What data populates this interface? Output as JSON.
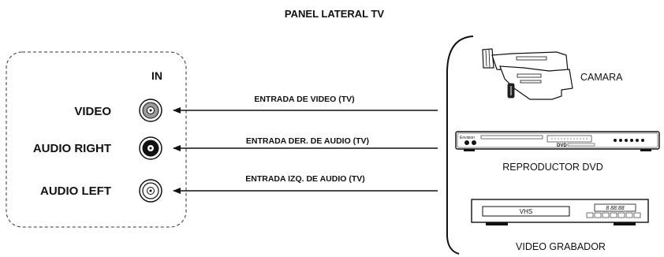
{
  "title": "PANEL LATERAL TV",
  "panel": {
    "in_label": "IN",
    "inputs": [
      {
        "label": "VIDEO",
        "style": "gray"
      },
      {
        "label": "AUDIO RIGHT",
        "style": "black"
      },
      {
        "label": "AUDIO LEFT",
        "style": "white"
      }
    ]
  },
  "connections": [
    {
      "label": "ENTRADA DE VIDEO (TV)"
    },
    {
      "label": "ENTRADA DER. DE AUDIO (TV)"
    },
    {
      "label": "ENTRADA IZQ. DE AUDIO (TV)"
    }
  ],
  "devices": [
    {
      "name": "CAMARA",
      "icon": "camcorder-icon"
    },
    {
      "name": "REPRODUCTOR DVD",
      "icon": "dvd-player-icon",
      "brand": "Envision",
      "model": "DVD"
    },
    {
      "name": "VIDEO GRABADOR",
      "icon": "vcr-icon",
      "slot_label": "VHS",
      "display": "8 88:88"
    }
  ]
}
